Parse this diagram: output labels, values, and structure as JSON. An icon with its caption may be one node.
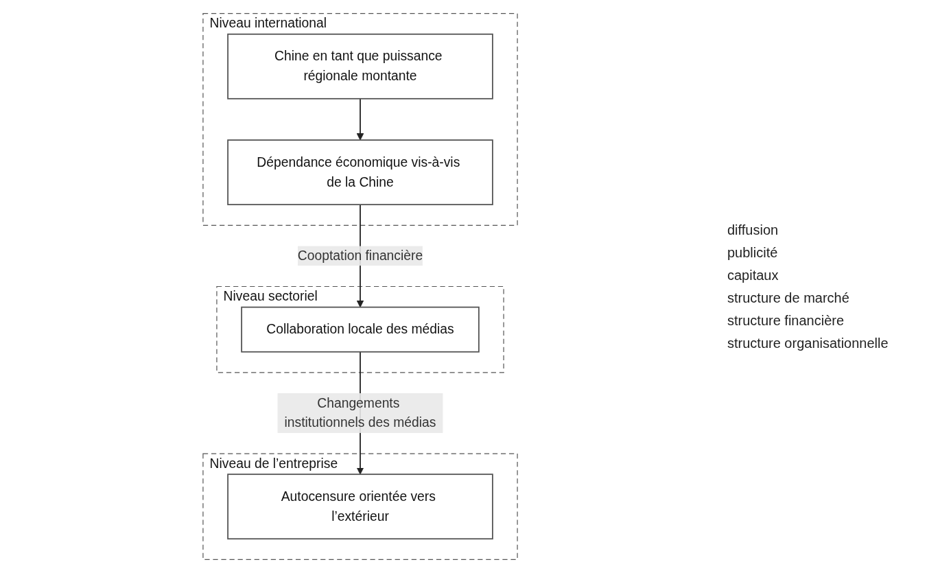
{
  "diagram": {
    "nodes": [
      {
        "text": [
          "Niveau international"
        ]
      },
      {
        "text": [
          "Chine en tant que puissance régionale montante"
        ],
        "in": 0
      },
      {
        "text": [
          "Dépendance économique vis-à-vis de la Chine"
        ],
        "in": 0
      },
      {
        "text": [
          "Niveau sectoriel"
        ]
      },
      {
        "text": [
          "Collaboration locale des médias"
        ],
        "in": 3
      },
      {
        "text": [
          "Niveau de l’entreprise"
        ]
      },
      {
        "text": [
          "Autocensure orientée vers l’extérieur"
        ],
        "in": 5
      }
    ],
    "edges": [
      {
        "from": 1,
        "to": 2,
        "arrow": "to"
      },
      {
        "from": 2,
        "to": 4,
        "label": "Cooptation financière",
        "arrow": "to"
      },
      {
        "from": 4,
        "to": 6,
        "label": "Changements institutionnels des médias",
        "arrow": "to"
      }
    ],
    "labels": [
      "diffusion",
      "publicité",
      "capitaux",
      "structure de marché",
      "structure financière",
      "structure organisationnelle"
    ]
  }
}
